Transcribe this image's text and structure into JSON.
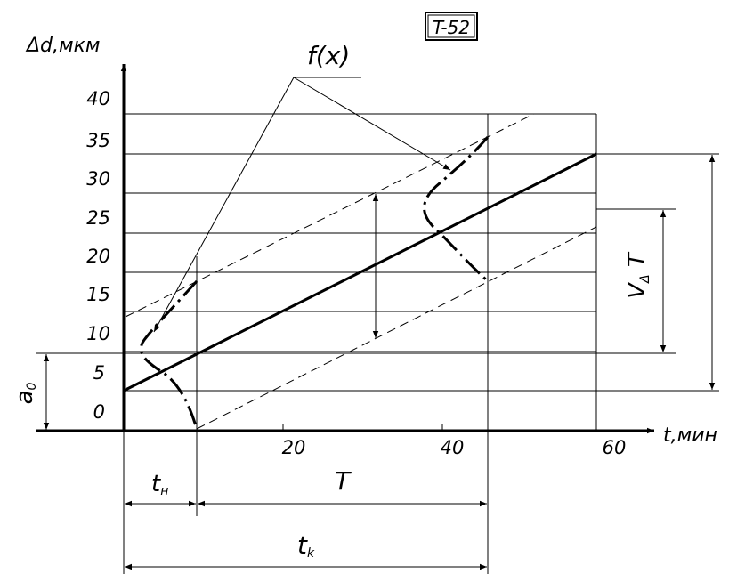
{
  "diagram": {
    "figure_tag": "T-52",
    "y_axis_label": "Δd,мкм",
    "x_axis_label": "t,мин",
    "curve_label": "f(x)",
    "a0_label": "a",
    "a0_sub": "0",
    "v_label": "V",
    "v_sub": "Δ",
    "v_tail": " T",
    "tn_label": "t",
    "tn_sub": "н",
    "T_label": "T",
    "tk_label": "t",
    "tk_sub": "k",
    "y_ticks": [
      "0",
      "5",
      "10",
      "15",
      "20",
      "25",
      "30",
      "35",
      "40"
    ],
    "x_ticks": [
      "20",
      "40",
      "60"
    ]
  }
}
